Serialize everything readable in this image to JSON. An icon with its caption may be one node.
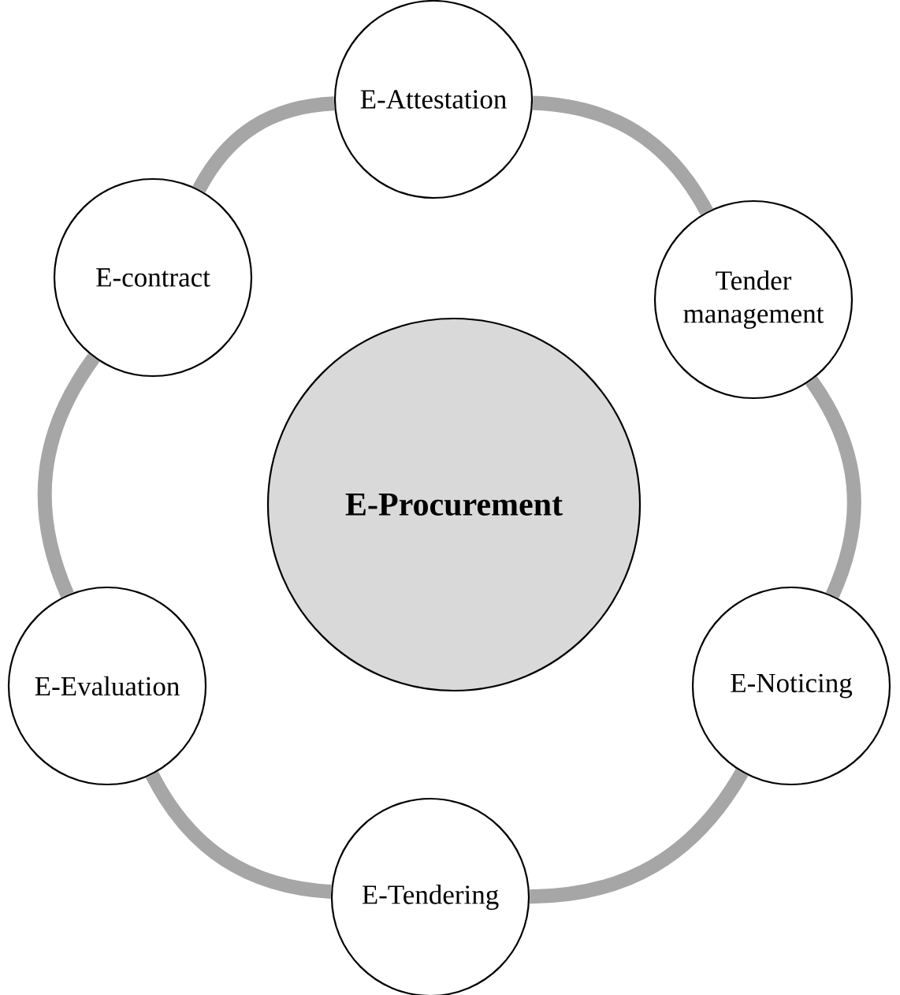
{
  "diagram": {
    "nodes": [
      {
        "text": [
          "E-Procurement"
        ]
      },
      {
        "text": [
          "E-Attestation"
        ]
      },
      {
        "text": [
          "Tender management"
        ]
      },
      {
        "text": [
          "E-Noticing"
        ]
      },
      {
        "text": [
          "E-Tendering"
        ]
      },
      {
        "text": [
          "E-Evaluation"
        ]
      },
      {
        "text": [
          "E-contract"
        ]
      }
    ],
    "edges": [
      {
        "from": 1,
        "to": 2,
        "arrow": "none"
      },
      {
        "from": 2,
        "to": 3,
        "arrow": "none"
      },
      {
        "from": 3,
        "to": 4,
        "arrow": "none"
      },
      {
        "from": 4,
        "to": 5,
        "arrow": "none"
      },
      {
        "from": 5,
        "to": 6,
        "arrow": "none"
      },
      {
        "from": 6,
        "to": 1,
        "arrow": "none"
      }
    ]
  }
}
